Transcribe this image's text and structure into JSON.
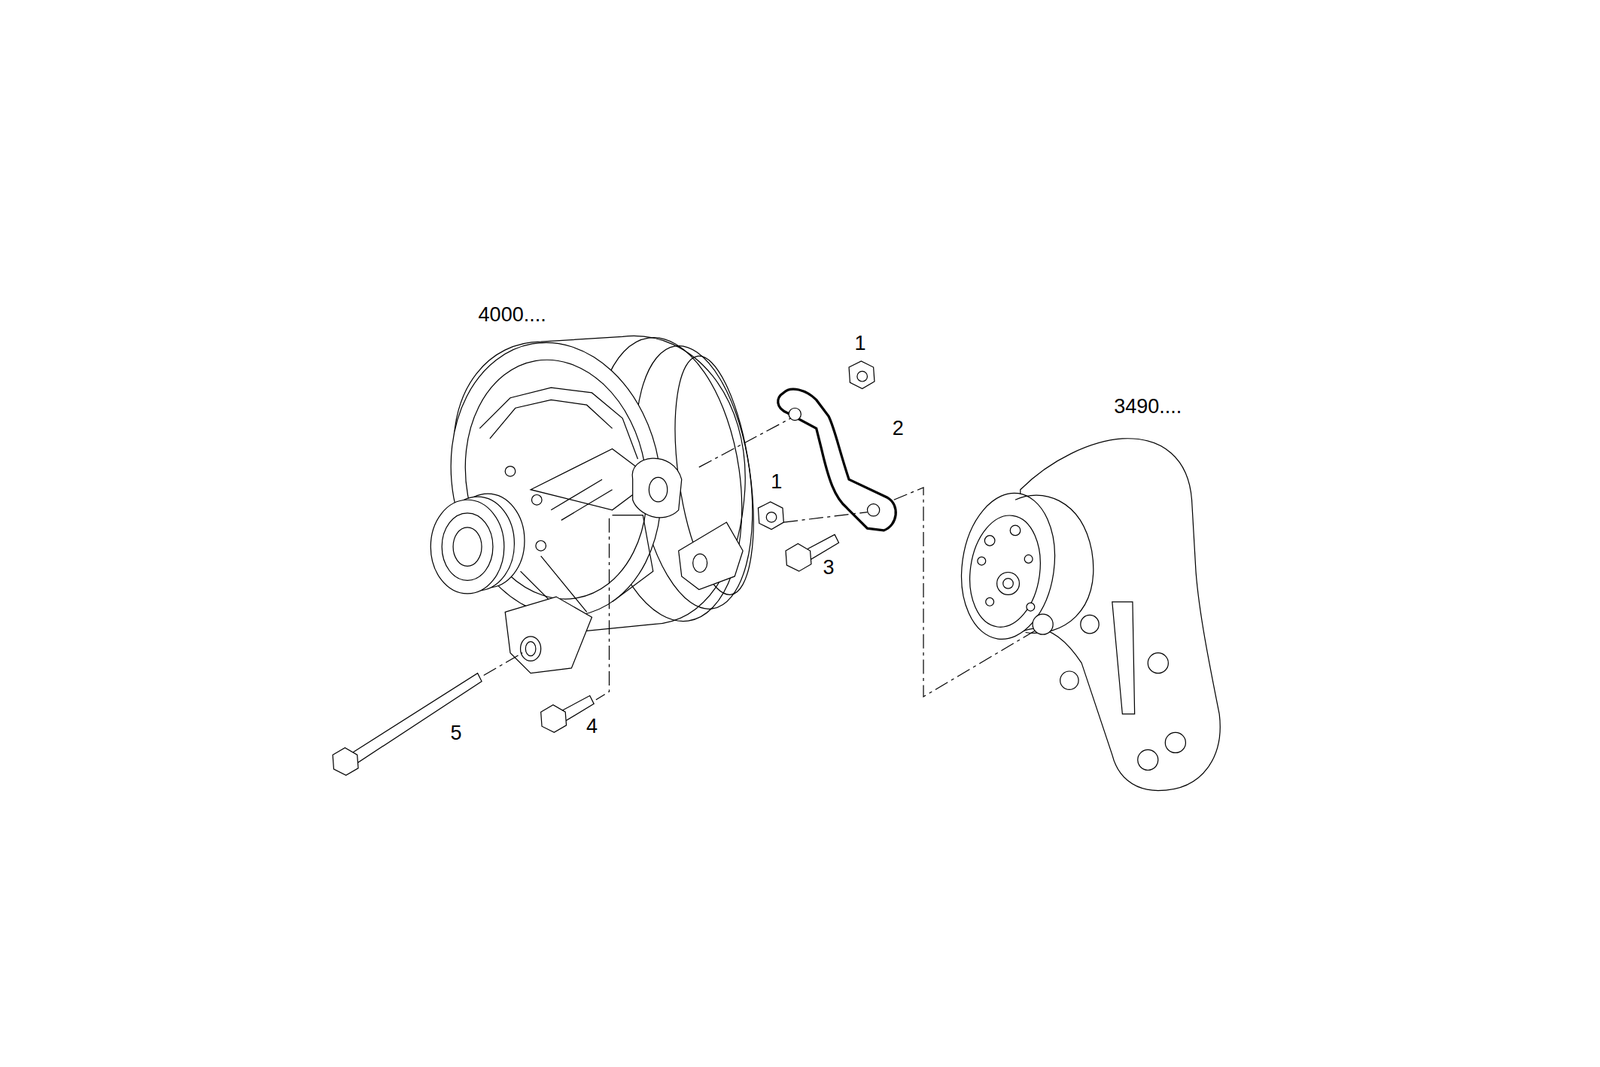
{
  "diagram": {
    "labels": [
      "4000....",
      "1",
      "2",
      "3490....",
      "1",
      "3",
      "5",
      "4"
    ]
  }
}
